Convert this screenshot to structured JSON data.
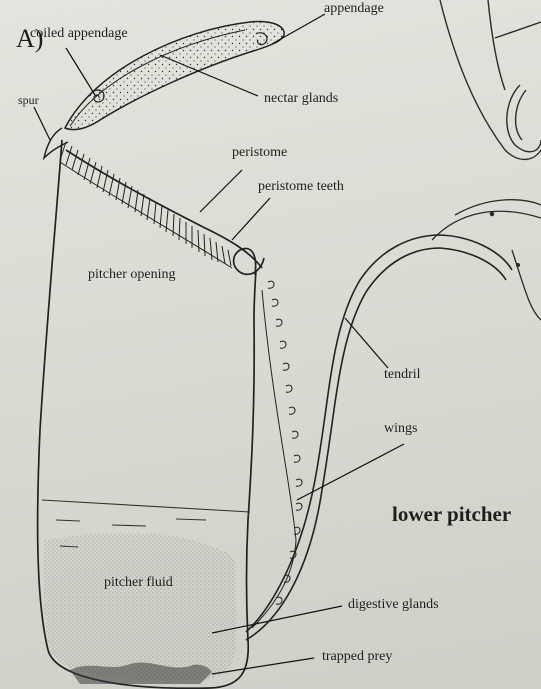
{
  "panel_label": "A)",
  "labels": {
    "appendage_top": "appendage",
    "coiled_appendage": "coiled appendage",
    "nectar_glands": "nectar glands",
    "spur": "spur",
    "peristome": "peristome",
    "peristome_teeth": "peristome teeth",
    "pitcher_opening": "pitcher opening",
    "tendril": "tendril",
    "wings": "wings",
    "lower_pitcher": "lower pitcher",
    "pitcher_fluid": "pitcher fluid",
    "digestive_glands": "digestive glands",
    "trapped_prey": "trapped prey"
  }
}
